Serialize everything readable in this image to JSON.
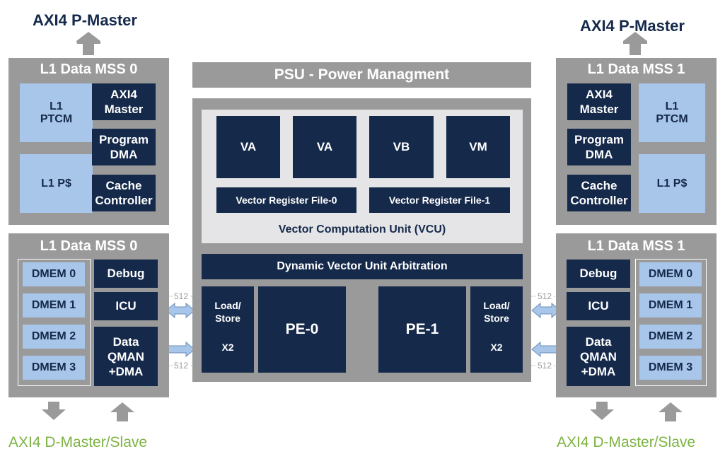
{
  "titles": {
    "p_master_left": "AXI4 P-Master",
    "p_master_right": "AXI4 P-Master",
    "d_master_left": "AXI4 D-Master/Slave",
    "d_master_right": "AXI4 D-Master/Slave"
  },
  "psu": "PSU - Power Managment",
  "left_top": {
    "header": "L1 Data MSS 0",
    "l1_ptcm": "L1\nPTCM",
    "l1_pcache": "L1 P$",
    "axi4_master": "AXI4\nMaster",
    "program_dma": "Program\nDMA",
    "cache_controller": "Cache\nController"
  },
  "right_top": {
    "header": "L1 Data MSS 1",
    "l1_ptcm": "L1\nPTCM",
    "l1_pcache": "L1 P$",
    "axi4_master": "AXI4\nMaster",
    "program_dma": "Program\nDMA",
    "cache_controller": "Cache\nController"
  },
  "left_bottom": {
    "header": "L1 Data MSS 0",
    "dmem": [
      "DMEM 0",
      "DMEM 1",
      "DMEM 2",
      "DMEM 3"
    ],
    "debug": "Debug",
    "icu": "ICU",
    "data_qman": "Data\nQMAN\n+DMA"
  },
  "right_bottom": {
    "header": "L1 Data MSS 1",
    "dmem": [
      "DMEM 0",
      "DMEM 1",
      "DMEM 2",
      "DMEM 3"
    ],
    "debug": "Debug",
    "icu": "ICU",
    "data_qman": "Data\nQMAN\n+DMA"
  },
  "vcu": {
    "units": [
      "VA",
      "VA",
      "VB",
      "VM"
    ],
    "register_file_0": "Vector Register File-0",
    "register_file_1": "Vector Register File-1",
    "label": "Vector Computation Unit (VCU)"
  },
  "arbitration": "Dynamic Vector Unit Arbitration",
  "left_load_store": "Load/\nStore",
  "left_load_store_count": "X2",
  "right_load_store": "Load/\nStore",
  "right_load_store_count": "X2",
  "pe0": "PE-0",
  "pe1": "PE-1",
  "bus_width": "512",
  "colors": {
    "navy": "#15294a",
    "light_blue": "#a8c6ea",
    "gray": "#9a9a9a",
    "light_gray": "#e5e5e7",
    "green": "#7cb342"
  }
}
